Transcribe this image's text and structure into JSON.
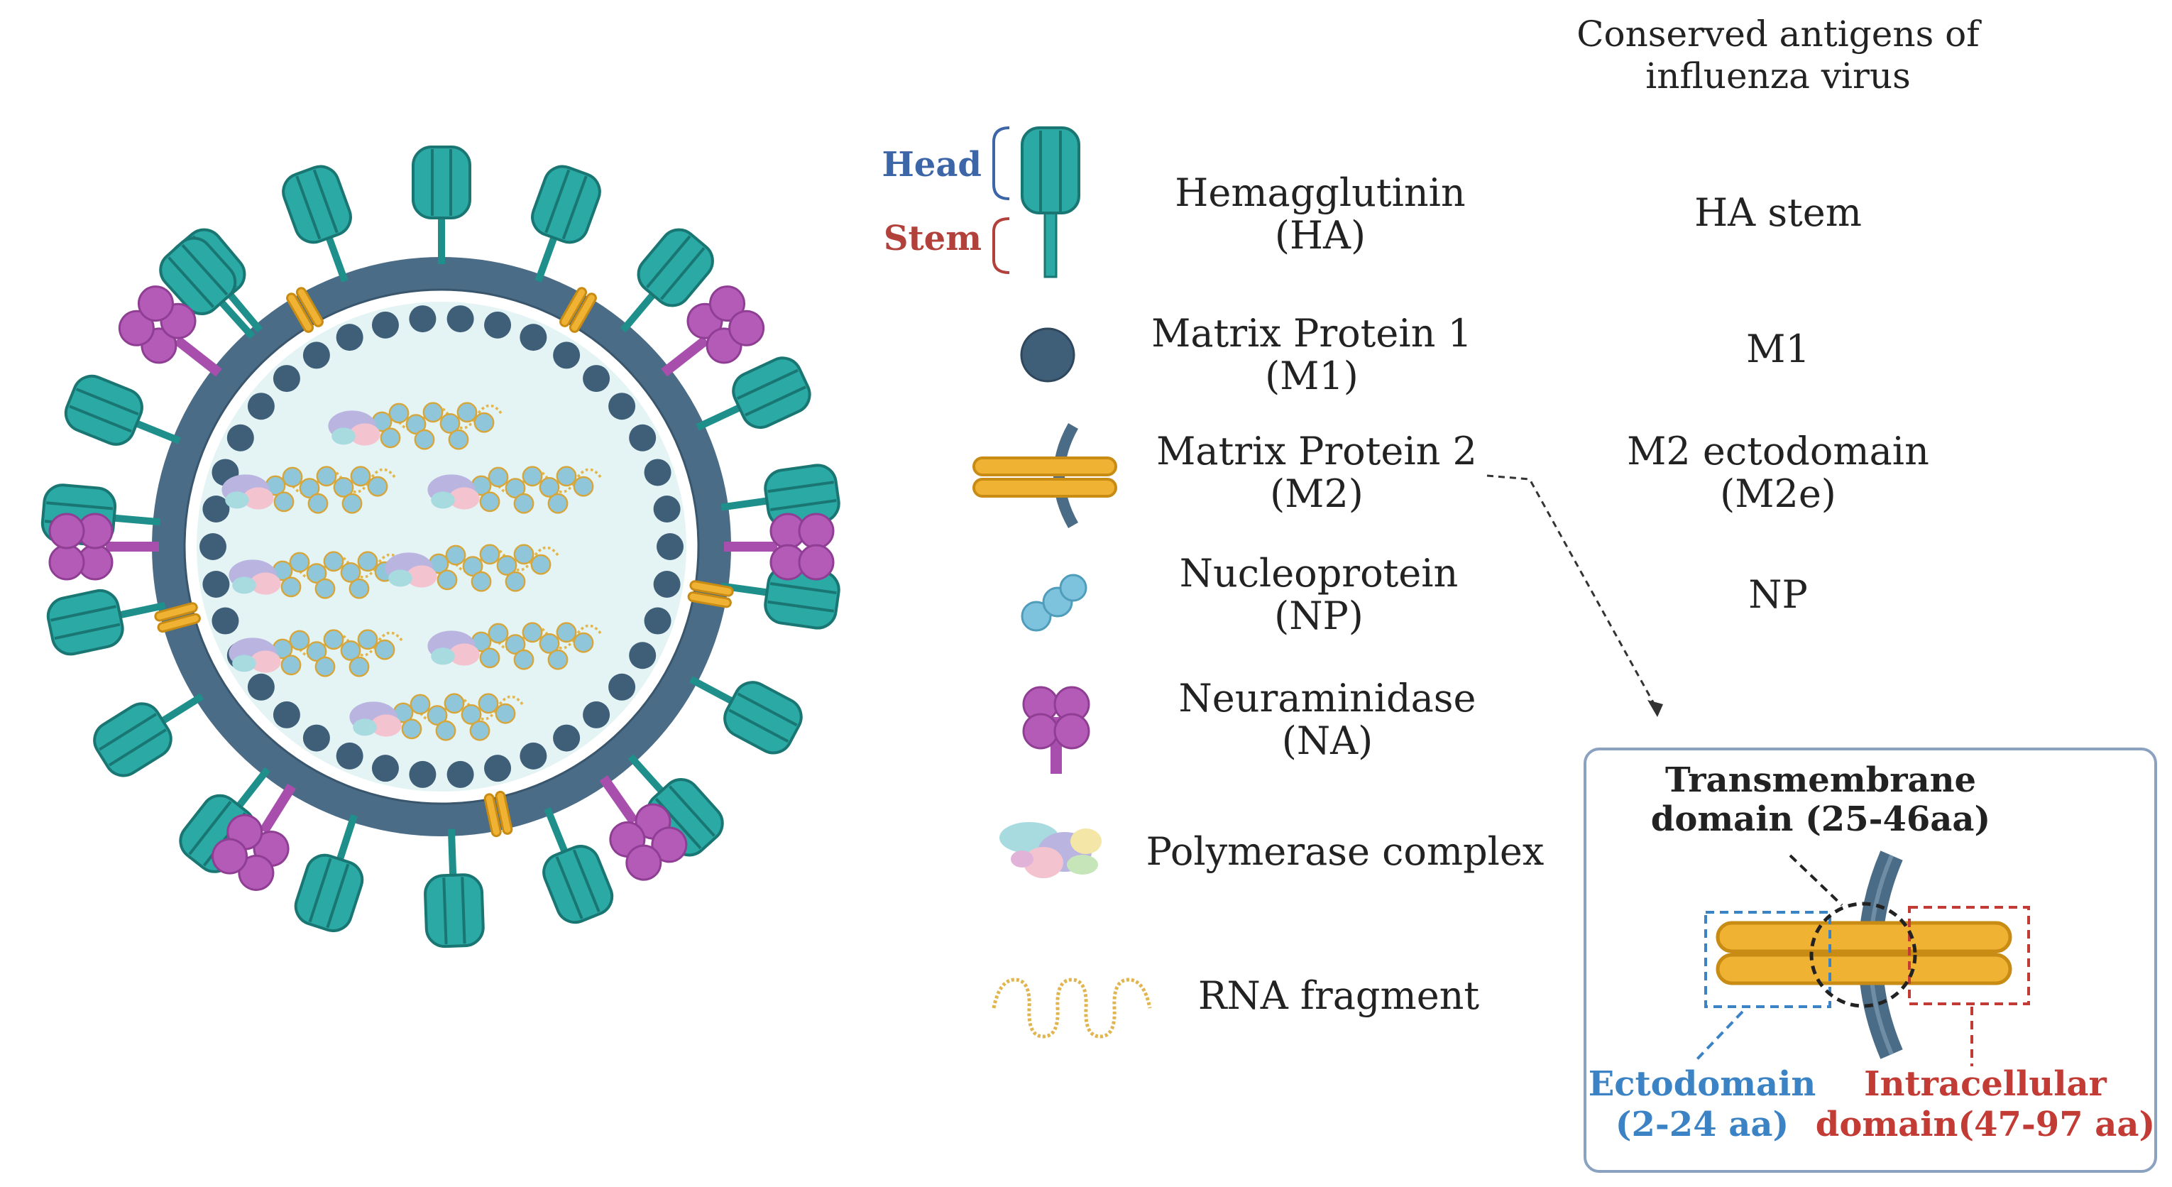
{
  "column_title": {
    "line1": "Conserved antigens of",
    "line2": "influenza virus"
  },
  "ha_parts": {
    "head": "Head",
    "stem": "Stem"
  },
  "legend": [
    {
      "name": "Hemagglutinin",
      "abbr": "(HA)",
      "antigen": "HA stem",
      "antigen2": ""
    },
    {
      "name": "Matrix Protein 1",
      "abbr": "(M1)",
      "antigen": "M1",
      "antigen2": ""
    },
    {
      "name": "Matrix Protein 2",
      "abbr": "(M2)",
      "antigen": "M2 ectodomain",
      "antigen2": "(M2e)"
    },
    {
      "name": "Nucleoprotein",
      "abbr": "(NP)",
      "antigen": "NP",
      "antigen2": ""
    },
    {
      "name": "Neuraminidase",
      "abbr": "(NA)",
      "antigen": "",
      "antigen2": ""
    },
    {
      "name": "Polymerase complex",
      "abbr": "",
      "antigen": "",
      "antigen2": ""
    },
    {
      "name": "RNA fragment",
      "abbr": "",
      "antigen": "",
      "antigen2": ""
    }
  ],
  "inset": {
    "transmembrane_line1": "Transmembrane",
    "transmembrane_line2": "domain (25-46aa)",
    "ecto_line1": "Ectodomain",
    "ecto_line2": "(2-24 aa)",
    "intra_line1": "Intracellular",
    "intra_line2": "domain(47-97 aa)"
  },
  "colors": {
    "ha": "#2aa9a5",
    "ha_dark": "#1b7f7c",
    "membrane": "#4b6c86",
    "m1": "#3f5e78",
    "m2": "#f0b233",
    "m2_dark": "#c88b14",
    "np": "#7ec3dd",
    "na": "#b45bb8",
    "interior": "#e4f3f4",
    "head_label": "#3d66a8",
    "stem_label": "#b2413c",
    "ecto": "#3b83c4",
    "intra": "#c23b34",
    "inset_border": "#8aa2bf"
  },
  "icons": [
    "ha-icon",
    "m1-icon",
    "m2-icon",
    "np-icon",
    "na-icon",
    "polymerase-icon",
    "rna-icon"
  ]
}
